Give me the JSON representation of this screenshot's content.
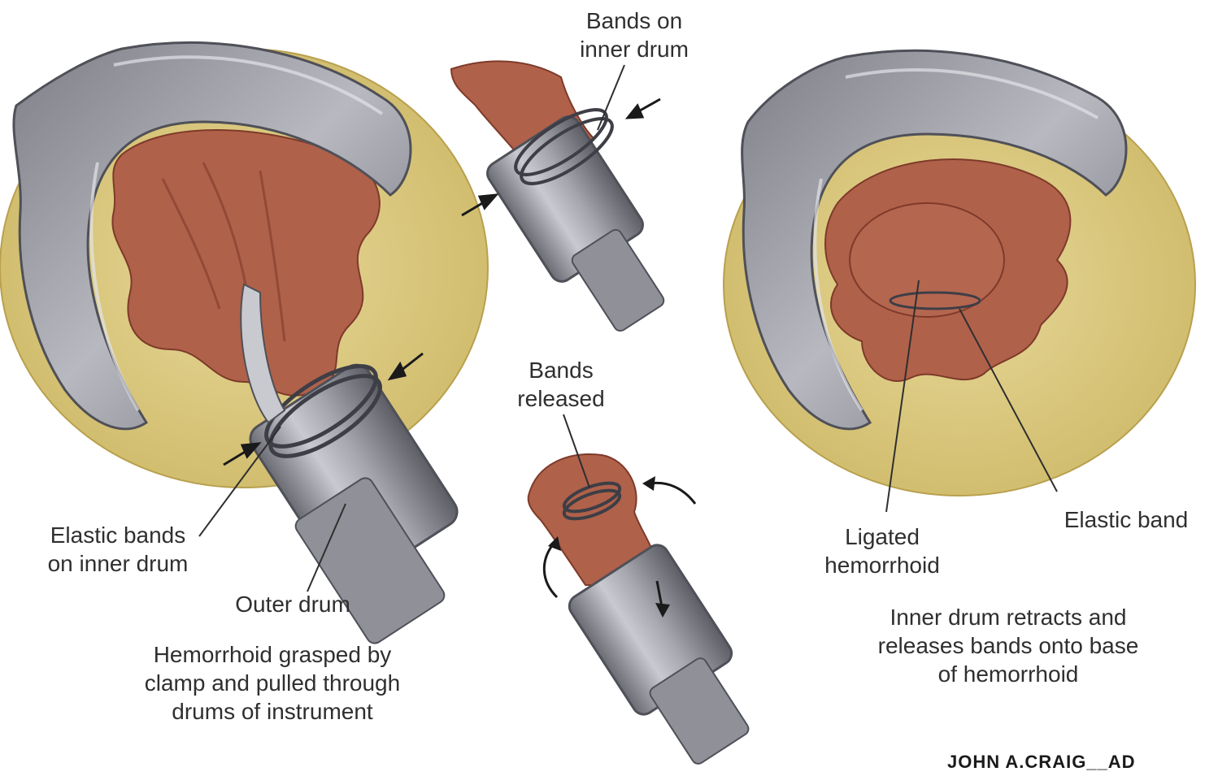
{
  "labels": {
    "bands_on_inner_drum": [
      "Bands on",
      "inner drum"
    ],
    "bands_released": [
      "Bands",
      "released"
    ],
    "elastic_bands_on_inner_drum": [
      "Elastic bands",
      "on inner drum"
    ],
    "outer_drum": "Outer drum",
    "hemorrhoid_grasped": [
      "Hemorrhoid grasped by",
      "clamp and pulled through",
      "drums of instrument"
    ],
    "ligated_hemorrhoid": [
      "Ligated",
      "hemorrhoid"
    ],
    "elastic_band": "Elastic band",
    "inner_drum_retracts": [
      "Inner drum retracts and",
      "releases bands onto base",
      "of hemorrhoid"
    ]
  },
  "signature": "JOHN A.CRAIG__AD",
  "colors": {
    "skin": "#e0cf86",
    "skin_dark": "#c9b35e",
    "tissue": "#b0614a",
    "tissue_dark": "#7e3a2a",
    "metal": "#a9aab2",
    "metal_dark": "#5f6068",
    "metal_light": "#d8d9de",
    "ink": "#2f2f2f"
  }
}
